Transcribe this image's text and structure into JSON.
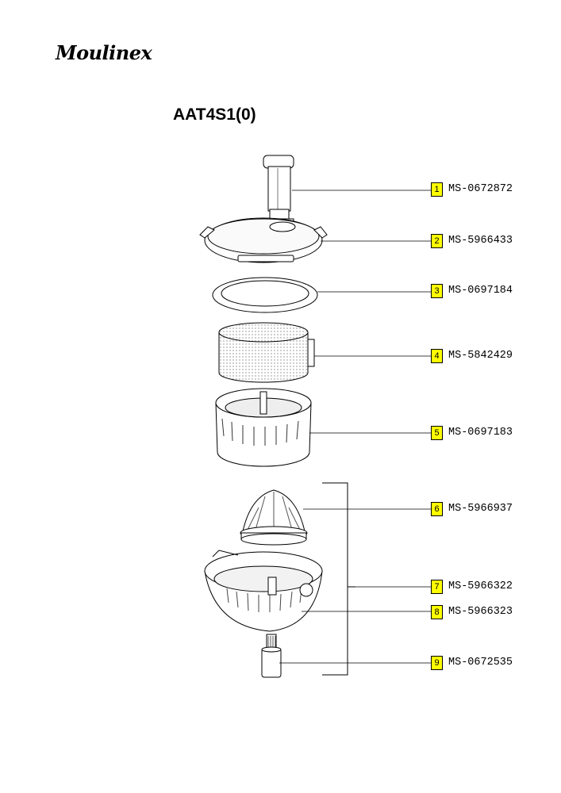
{
  "brand": {
    "logo_text": "Moulinex"
  },
  "model": {
    "title": "AAT4S1(0)"
  },
  "parts": [
    {
      "number": "1",
      "ref": "MS-0672872"
    },
    {
      "number": "2",
      "ref": "MS-5966433"
    },
    {
      "number": "3",
      "ref": "MS-0697184"
    },
    {
      "number": "4",
      "ref": "MS-5842429"
    },
    {
      "number": "5",
      "ref": "MS-0697183"
    },
    {
      "number": "6",
      "ref": "MS-5966937"
    },
    {
      "number": "7",
      "ref": "MS-5966322"
    },
    {
      "number": "8",
      "ref": "MS-5966323"
    },
    {
      "number": "9",
      "ref": "MS-0672535"
    }
  ],
  "colors": {
    "badge": "#ffff00",
    "line": "#000000"
  }
}
